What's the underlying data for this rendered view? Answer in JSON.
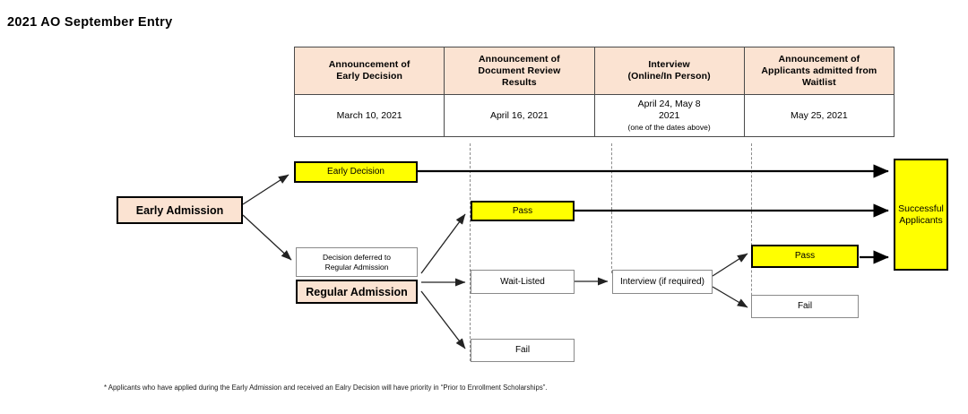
{
  "page": {
    "title": "2021 AO September Entry",
    "footnote": "* Applicants who have applied during the Early Admission and received an Ealry Decision will have priority in “Prior to Enrollment Scholarships”."
  },
  "schedule": {
    "columns": [
      {
        "header": "Announcement of\nEarly Decision",
        "header_line1": "Announcement of",
        "header_line2": "Early Decision",
        "date": "March 10, 2021",
        "date_line1": "March 10, 2021",
        "date_line2": "",
        "date_note": ""
      },
      {
        "header": "Announcement of\nDocument Review\nResults",
        "header_line1": "Announcement of",
        "header_line2": "Document Review",
        "header_line3": "Results",
        "date": "April 16, 2021",
        "date_line1": "April 16, 2021",
        "date_line2": "",
        "date_note": ""
      },
      {
        "header": "Interview\n(Online/In Person)",
        "header_line1": "Interview",
        "header_line2": "(Online/In Person)",
        "date": "April 24, May 8 2021",
        "date_line1": "April 24, May 8",
        "date_line2": "2021",
        "date_note": "(one of the dates above)"
      },
      {
        "header": "Announcement of\nApplicants admitted from\nWaitlist",
        "header_line1": "Announcement of",
        "header_line2": "Applicants admitted from",
        "header_line3": "Waitlist",
        "date": "May 25, 2021",
        "date_line1": "May 25, 2021",
        "date_line2": "",
        "date_note": ""
      }
    ]
  },
  "flow": {
    "early_admission": "Early Admission",
    "regular_admission": "Regular Admission",
    "early_decision": "Early Decision",
    "decision_deferred_line1": "Decision deferred to",
    "decision_deferred_line2": "Regular Admission",
    "doc_pass": "Pass",
    "wait_listed": "Wait-Listed",
    "doc_fail": "Fail",
    "interview": "Interview (if required)",
    "waitlist_pass": "Pass",
    "waitlist_fail": "Fail",
    "successful_line1": "Successful",
    "successful_line2": "Applicants"
  },
  "colors": {
    "peach": "#FBE3D2",
    "yellow": "#FFFF00",
    "border_dark": "#000000",
    "border_light": "#8A8A8A",
    "guide_dashed": "#8C8C8C",
    "background": "#FFFFFF"
  }
}
